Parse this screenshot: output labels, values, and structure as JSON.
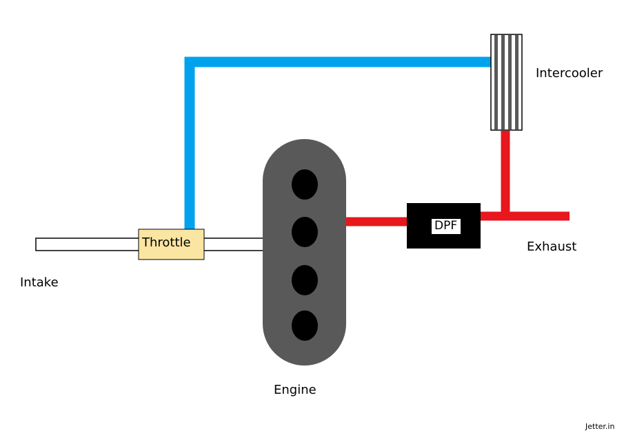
{
  "labels": {
    "intercooler": "Intercooler",
    "throttle": "Throttle",
    "dpf": "DPF",
    "exhaust": "Exhaust",
    "intake": "Intake",
    "engine": "Engine"
  },
  "watermark": "Jetter.in",
  "colors": {
    "boost_pipe": "#00a2ed",
    "exhaust_pipe": "#e8161d",
    "engine_block": "#595959",
    "cylinder": "#000000",
    "throttle_body": "#fbe5a2",
    "dpf_box": "#000000",
    "intercooler_fin": "#595959"
  },
  "engine": {
    "cylinder_count": 4
  },
  "intercooler": {
    "fin_count": 4
  }
}
